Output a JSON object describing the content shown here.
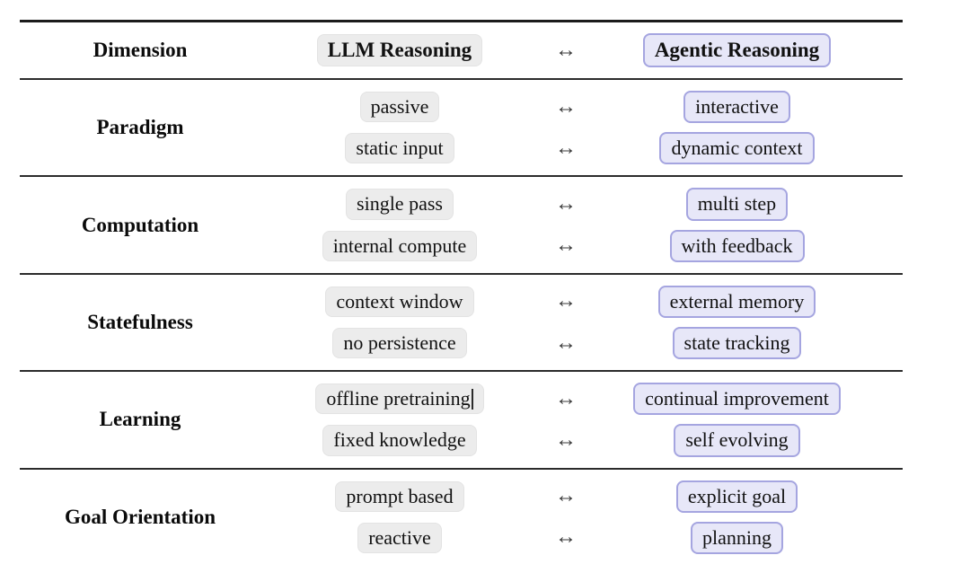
{
  "table": {
    "arrow": "↔",
    "header": {
      "dimension": "Dimension",
      "llm": "LLM Reasoning",
      "agentic": "Agentic Reasoning"
    },
    "rows": [
      {
        "dimension": "Paradigm",
        "pairs": [
          {
            "llm": "passive",
            "agentic": "interactive"
          },
          {
            "llm": "static input",
            "agentic": "dynamic context"
          }
        ]
      },
      {
        "dimension": "Computation",
        "pairs": [
          {
            "llm": "single pass",
            "agentic": "multi step"
          },
          {
            "llm": "internal compute",
            "agentic": "with feedback"
          }
        ]
      },
      {
        "dimension": "Statefulness",
        "pairs": [
          {
            "llm": "context window",
            "agentic": "external memory"
          },
          {
            "llm": "no persistence",
            "agentic": "state tracking"
          }
        ]
      },
      {
        "dimension": "Learning",
        "pairs": [
          {
            "llm": "offline pretraining",
            "agentic": "continual improvement"
          },
          {
            "llm": "fixed knowledge",
            "agentic": "self evolving"
          }
        ]
      },
      {
        "dimension": "Goal Orientation",
        "pairs": [
          {
            "llm": "prompt based",
            "agentic": "explicit goal"
          },
          {
            "llm": "reactive",
            "agentic": "planning"
          }
        ]
      }
    ],
    "colors": {
      "llm_tag_bg": "#ececec",
      "agentic_tag_bg": "#e7e7f8",
      "agentic_tag_border": "#a5a5e0",
      "rule_color": "#2b2b2b",
      "rule_heavy_color": "#1c1c1c"
    }
  }
}
